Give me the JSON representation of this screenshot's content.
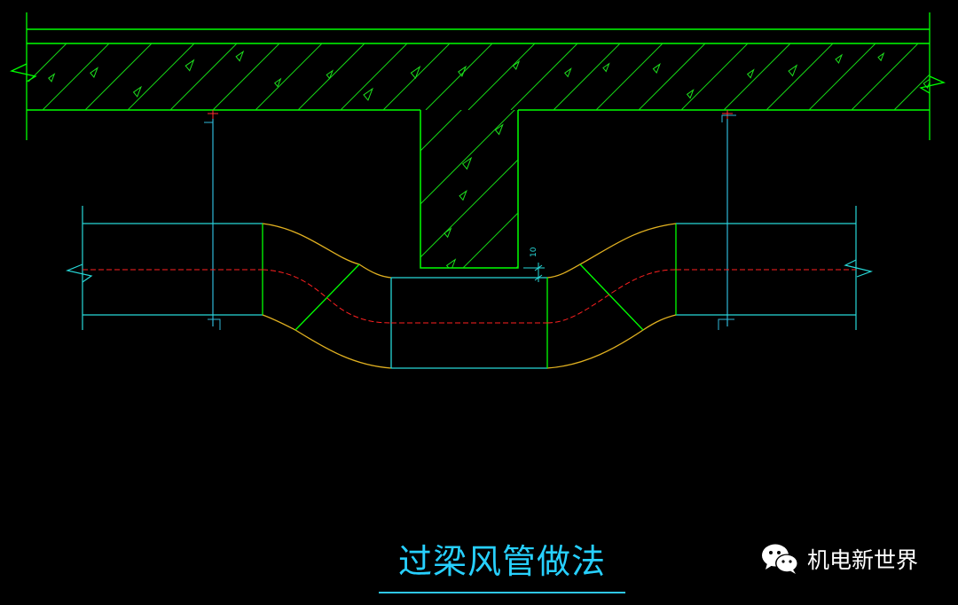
{
  "drawing": {
    "title": "过梁风管做法",
    "dimension_label": "10",
    "colors": {
      "background": "#000000",
      "structure": "#00ff00",
      "hatch": "#16d616",
      "duct": "#27d8d8",
      "elbow": "#e0b020",
      "centerline": "#ff2020",
      "hanger": "#2fb7d7",
      "title": "#27d0ff"
    }
  },
  "watermark": {
    "icon": "wechat-icon",
    "text": "机电新世界"
  }
}
